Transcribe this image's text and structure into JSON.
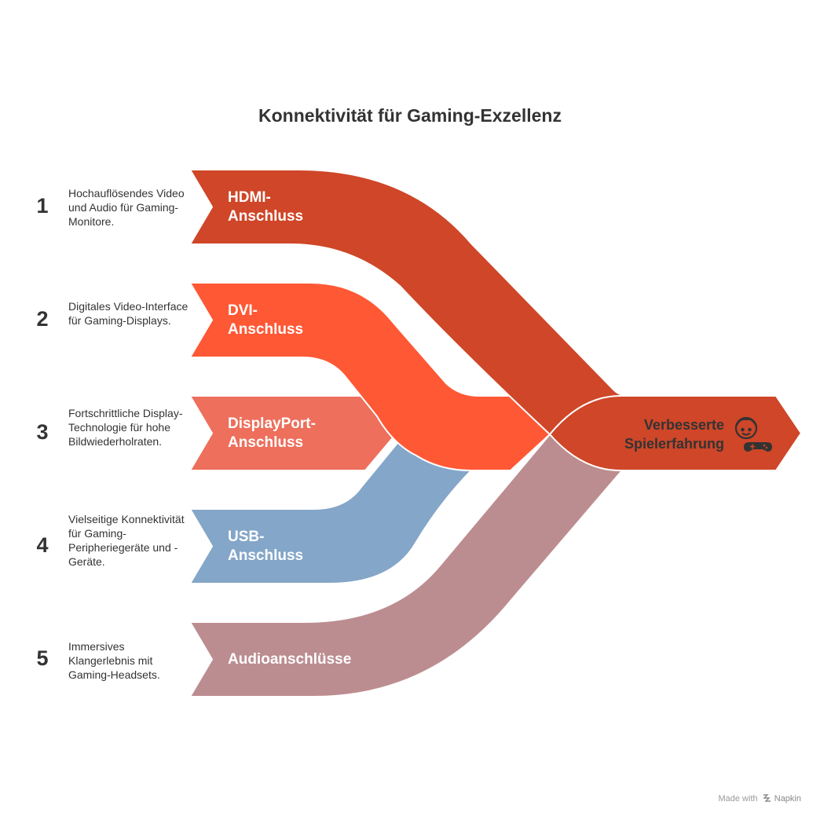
{
  "title": "Konnektivität für Gaming-Exzellenz",
  "colors": {
    "hdmi": "#CF4628",
    "dvi": "#FF5835",
    "displayport": "#ED6F5C",
    "usb": "#84A6C8",
    "audio": "#BC8D90",
    "result": "#CF4628"
  },
  "items": [
    {
      "number": "1",
      "description": "Hochauflösendes Video und Audio für Gaming-Monitore.",
      "label": "HDMI-\nAnschluss"
    },
    {
      "number": "2",
      "description": "Digitales Video-Interface für Gaming-Displays.",
      "label": "DVI-\nAnschluss"
    },
    {
      "number": "3",
      "description": "Fortschrittliche Display-Technologie für hohe Bildwiederholraten.",
      "label": "DisplayPort-\nAnschluss"
    },
    {
      "number": "4",
      "description": "Vielseitige Konnektivität für Gaming-Peripheriegeräte und -Geräte.",
      "label": "USB-\nAnschluss"
    },
    {
      "number": "5",
      "description": "Immersives Klangerlebnis mit Gaming-Headsets.",
      "label": "Audioanschlüsse"
    }
  ],
  "result": {
    "label": "Verbesserte Spielerfahrung",
    "icon": "gamer-with-controller-icon"
  },
  "watermark": {
    "prefix": "Made with",
    "brand": "Napkin",
    "icon": "napkin-logo-icon"
  }
}
